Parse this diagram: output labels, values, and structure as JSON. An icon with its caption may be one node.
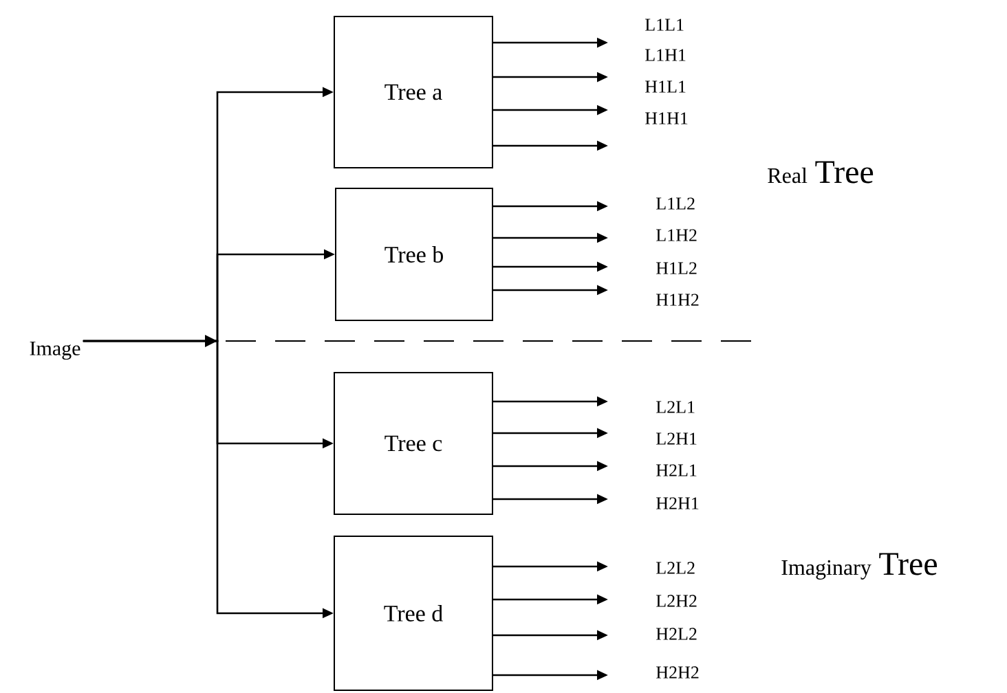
{
  "diagram": {
    "nodes": [
      {
        "text": [
          "Image"
        ]
      },
      {
        "text": [
          "Tree a"
        ]
      },
      {
        "text": [
          "Tree b"
        ]
      },
      {
        "text": [
          "Tree c"
        ]
      },
      {
        "text": [
          "Tree d"
        ]
      }
    ],
    "edges": [
      {
        "from": 0,
        "to": 1,
        "arrow": "to"
      },
      {
        "from": 0,
        "to": 2,
        "arrow": "to"
      },
      {
        "from": 0,
        "to": 3,
        "arrow": "to"
      },
      {
        "from": 0,
        "to": 4,
        "arrow": "to"
      },
      {
        "from": 1,
        "to": null,
        "arrow": "to"
      },
      {
        "from": 1,
        "to": null,
        "arrow": "to"
      },
      {
        "from": 1,
        "to": null,
        "arrow": "to"
      },
      {
        "from": 1,
        "to": null,
        "arrow": "to"
      },
      {
        "from": 2,
        "to": null,
        "arrow": "to"
      },
      {
        "from": 2,
        "to": null,
        "arrow": "to"
      },
      {
        "from": 2,
        "to": null,
        "arrow": "to"
      },
      {
        "from": 2,
        "to": null,
        "arrow": "to"
      },
      {
        "from": 3,
        "to": null,
        "arrow": "to"
      },
      {
        "from": 3,
        "to": null,
        "arrow": "to"
      },
      {
        "from": 3,
        "to": null,
        "arrow": "to"
      },
      {
        "from": 3,
        "to": null,
        "arrow": "to"
      },
      {
        "from": 4,
        "to": null,
        "arrow": "to"
      },
      {
        "from": 4,
        "to": null,
        "arrow": "to"
      },
      {
        "from": 4,
        "to": null,
        "arrow": "to"
      },
      {
        "from": 4,
        "to": null,
        "arrow": "to"
      }
    ],
    "labels": [
      "L1L1",
      "L1H1",
      "H1L1",
      "H1H1",
      "Real",
      "Tree",
      "L1L2",
      "L1H2",
      "H1L2",
      "H1H2",
      "L2L1",
      "L2H1",
      "H2L1",
      "H2H1",
      "Imaginary",
      "Tree",
      "L2L2",
      "L2H2",
      "H2L2",
      "H2H2"
    ]
  }
}
